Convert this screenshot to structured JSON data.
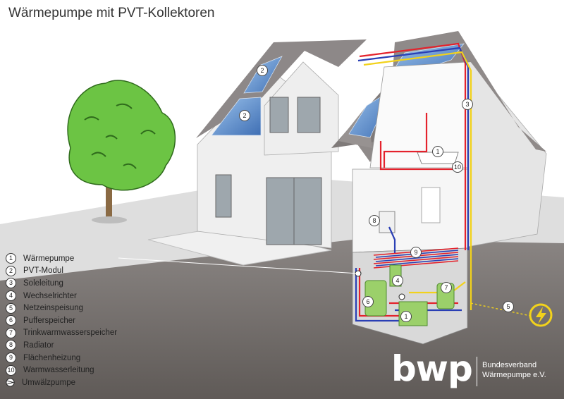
{
  "title": "Wärmepumpe mit PVT-Kollektoren",
  "legend": [
    {
      "number": "1",
      "label": "Wärmepumpe"
    },
    {
      "number": "2",
      "label": "PVT-Modul"
    },
    {
      "number": "3",
      "label": "Soleleitung"
    },
    {
      "number": "4",
      "label": "Wechselrichter"
    },
    {
      "number": "5",
      "label": "Netzeinspeisung"
    },
    {
      "number": "6",
      "label": "Pufferspeicher"
    },
    {
      "number": "7",
      "label": "Trinkwarmwasserspeicher"
    },
    {
      "number": "8",
      "label": "Radiator"
    },
    {
      "number": "9",
      "label": "Flächenheizung"
    },
    {
      "number": "10",
      "label": "Warmwasserleitung"
    }
  ],
  "legend_symbol": {
    "icon": "circulation-pump-icon",
    "label": "Umwälzpumpe"
  },
  "callouts": [
    "2",
    "2",
    "3",
    "1",
    "10",
    "8",
    "9",
    "4",
    "7",
    "6",
    "1",
    "5"
  ],
  "logo": {
    "mark": "bwp",
    "line1": "Bundesverband",
    "line2": "Wärmepumpe e.V."
  },
  "colors": {
    "hot_pipe": "#e4222c",
    "cold_pipe": "#2a3fb5",
    "brine_pipe": "#f2d21b",
    "tree": "#5fbf3b",
    "ground": "#6b6663",
    "roof": "#8c8786",
    "solar_panel": "#4f83c8"
  }
}
